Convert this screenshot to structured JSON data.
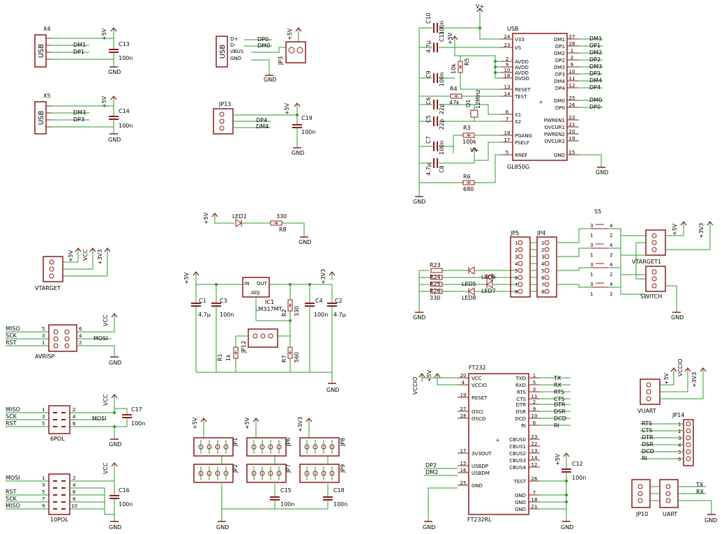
{
  "colors": {
    "wire": "#2a9a2a",
    "body": "#8b1a1a",
    "text": "#000000",
    "junction": "#2a9a2a"
  },
  "x4": {
    "ref": "X4",
    "usb": "USB",
    "p1": "DM1",
    "p2": "DP1"
  },
  "c13": {
    "rail": "+5V",
    "ref": "C13",
    "val": "100n",
    "gnd": "GND"
  },
  "x5": {
    "ref": "X5",
    "usb": "USB",
    "p1": "DM3",
    "p2": "DP3"
  },
  "c14": {
    "rail": "+5V",
    "ref": "C14",
    "val": "100n",
    "gnd": "GND"
  },
  "usbin": {
    "usb": "USB",
    "d_plus": "D+",
    "d_minus": "D-",
    "vbus": "VBUS",
    "gnd_pin": "GND",
    "n1": "DP0",
    "n2": "DM0",
    "gnd": "GND",
    "jp3": "JP3",
    "rail": "+5V"
  },
  "jp13": {
    "ref": "JP13",
    "n1": "DP4",
    "n2": "DM4",
    "rail": "+5V",
    "c": "C19",
    "cval": "100n",
    "gnd": "GND"
  },
  "hub": {
    "title": "USB",
    "part": "GL850G",
    "vplus": "V+",
    "gnd": "GND",
    "left_pins": [
      {
        "name": "V33",
        "num": "24"
      },
      {
        "name": "VS",
        "num": "23"
      },
      {
        "name": "AVDD",
        "num": "2"
      },
      {
        "name": "AVDD",
        "num": "9"
      },
      {
        "name": "AVDD",
        "num": "10"
      },
      {
        "name": "DVDD",
        "num": "16"
      },
      {
        "name": "RESET",
        "num": "13"
      },
      {
        "name": "TEST",
        "num": "14"
      },
      {
        "name": "X1",
        "num": "6"
      },
      {
        "name": "X2",
        "num": "7"
      },
      {
        "name": "PGANG",
        "num": "18"
      },
      {
        "name": "PSELF",
        "num": "17"
      },
      {
        "name": "RREF",
        "num": "5"
      }
    ],
    "right_pins": [
      {
        "name": "DM1",
        "num": "27",
        "net": "DM1"
      },
      {
        "name": "DP1",
        "num": "28",
        "net": "DP1"
      },
      {
        "name": "DM2",
        "num": "1",
        "net": "DM2"
      },
      {
        "name": "DP2",
        "num": "2",
        "net": "DP2"
      },
      {
        "name": "DM3",
        "num": "9",
        "net": "DM3"
      },
      {
        "name": "DP3",
        "num": "10",
        "net": "DP3"
      },
      {
        "name": "DM4",
        "num": "11",
        "net": "DM4"
      },
      {
        "name": "DP4",
        "num": "12",
        "net": "DP4"
      },
      {
        "name": "DM0",
        "num": "25",
        "net": "DM0"
      },
      {
        "name": "DP0",
        "num": "26",
        "net": "DP0"
      },
      {
        "name": "PWREN1",
        "num": "22"
      },
      {
        "name": "OVCUR1",
        "num": "21"
      },
      {
        "name": "PWREN2",
        "num": "20"
      },
      {
        "name": "OVCUR2",
        "num": "19"
      },
      {
        "name": "GND",
        "num": "15"
      }
    ],
    "c10": {
      "ref": "C10",
      "val": "100n"
    },
    "c11": {
      "ref": "C11",
      "val": "4.7µ"
    },
    "c9": {
      "ref": "C9",
      "val": "100n"
    },
    "r5": {
      "ref": "R5",
      "val": "10k"
    },
    "r4": {
      "ref": "R4",
      "val": "47k"
    },
    "c6": {
      "ref": "C6",
      "val": "22p"
    },
    "q1": {
      "ref": "Q1",
      "val": "12MHz"
    },
    "c5": {
      "ref": "C5",
      "val": "22p"
    },
    "r3": {
      "ref": "R3",
      "val": "100k"
    },
    "c7": {
      "ref": "C7",
      "val": "100n"
    },
    "c8": {
      "ref": "C8",
      "val": "4.7µ"
    },
    "r6": {
      "ref": "R6",
      "val": "680"
    },
    "rail5v": "+5V"
  },
  "led1": {
    "rail": "+5V",
    "ref": "LED1",
    "rval": "330",
    "rref": "R8",
    "gnd": "GND"
  },
  "vtarget": {
    "ref": "VTARGET",
    "r1": "+5V",
    "r2": "VCC",
    "r3": "+3V3"
  },
  "reg": {
    "rail": "+5V",
    "rail2": "+3V3",
    "ic": "IC1",
    "part": "LM317MT",
    "in": "IN",
    "out": "OUT",
    "adj": "ADJ",
    "c1": "C1",
    "c1v": "4.7µ",
    "c3": "C3",
    "c3v": "100n",
    "r2": "R2",
    "r2v": "330",
    "c4": "C4",
    "c4v": "100n",
    "c2": "C2",
    "c2v": "4.7µ",
    "r1": "R1",
    "r1v": "1k",
    "jp12": "JP12",
    "r7": "R7",
    "r7v": "560",
    "gnd": "GND"
  },
  "leds": {
    "r23": "R23",
    "r24": "R24",
    "r25": "R25",
    "r26": "R26",
    "rv": "330",
    "led5": "LED5",
    "led6": "LED6",
    "led7": "LED7",
    "led8": "LED8",
    "jp5": "JP5",
    "jp4": "JP4",
    "s5": "S5",
    "gnd": "GND"
  },
  "switch": {
    "ref1": "VTARGET1",
    "ref2": "SWITCH",
    "r1": "+5V",
    "r2": "+3V3",
    "gnd": "GND"
  },
  "avrisp": {
    "ref": "AVRISP",
    "l1": "MISO",
    "l2": "SCK",
    "l3": "RST",
    "r1": "MOSI",
    "rail": "VCC",
    "gnd": "GND"
  },
  "pol6": {
    "ref": "6POL",
    "l1": "MISO",
    "l2": "SCK",
    "l3": "RST",
    "r1": "MOSI",
    "rail": "VCC",
    "c": "C17",
    "cv": "100n",
    "gnd": "GND"
  },
  "pol10": {
    "ref": "10POL",
    "l1": "MOSI",
    "l2": "RST",
    "l3": "SCK",
    "l4": "MISO",
    "rail": "VCC",
    "c": "C16",
    "cv": "100n",
    "gnd": "GND"
  },
  "jpgroup": {
    "r1": "+5V",
    "r2": "+5V",
    "r3": "+3V3",
    "jp1": "JP1",
    "jp2": "JP2",
    "jp6": "JP6",
    "jp7": "JP7",
    "jp8": "JP8",
    "jp9": "JP9",
    "c15": "C15",
    "c15v": "100n",
    "c18": "C18",
    "c18v": "100n",
    "gnd": "GND"
  },
  "ft": {
    "title": "FT232",
    "part": "FT232RL",
    "rail": "VCCIO",
    "rail2": "+5V",
    "gnd": "GND",
    "left_pins": [
      {
        "name": "VCC",
        "num": "20"
      },
      {
        "name": "VCCIO",
        "num": "4"
      },
      {
        "name": "RESET",
        "num": "19"
      },
      {
        "name": "OSCI",
        "num": "27"
      },
      {
        "name": "OSCO",
        "num": "28"
      },
      {
        "name": "3V3OUT",
        "num": "17"
      },
      {
        "name": "USBDP",
        "num": "15"
      },
      {
        "name": "USBDM",
        "num": "16"
      },
      {
        "name": "GND",
        "num": "25"
      }
    ],
    "right_pins": [
      {
        "name": "TXD",
        "num": "1",
        "net": "TX"
      },
      {
        "name": "RXD",
        "num": "5",
        "net": "RX"
      },
      {
        "name": "RTS",
        "num": "3",
        "net": "RTS"
      },
      {
        "name": "CTS",
        "num": "11",
        "net": "CTS"
      },
      {
        "name": "DTR",
        "num": "2",
        "net": "DTR"
      },
      {
        "name": "DSR",
        "num": "9",
        "net": "DSR"
      },
      {
        "name": "DCD",
        "num": "10",
        "net": "DCD"
      },
      {
        "name": "RI",
        "num": "6",
        "net": "RI"
      },
      {
        "name": "CBUS0",
        "num": "23"
      },
      {
        "name": "CBUS1",
        "num": "22"
      },
      {
        "name": "CBUS2",
        "num": "13"
      },
      {
        "name": "CBUS3",
        "num": "14"
      },
      {
        "name": "CBUS4",
        "num": "12"
      },
      {
        "name": "TEST",
        "num": "26"
      },
      {
        "name": "GND",
        "num": "7"
      },
      {
        "name": "GND",
        "num": "18"
      },
      {
        "name": "GND",
        "num": "21"
      }
    ],
    "dp": "DP2",
    "dm": "DM2",
    "c12": "C12",
    "c12v": "100n",
    "c12rail": "+5V"
  },
  "vuart": {
    "ref": "VUART",
    "r1": "+5V",
    "r2": "VCCIO",
    "r3": "+3V3"
  },
  "jp14": {
    "ref": "JP14",
    "n": [
      "RTS",
      "CTS",
      "DTR",
      "DSR",
      "DCD",
      "RI"
    ]
  },
  "uart": {
    "ref1": "JP10",
    "ref2": "UART",
    "n1": "TX",
    "n2": "RX",
    "gnd": "GND"
  }
}
